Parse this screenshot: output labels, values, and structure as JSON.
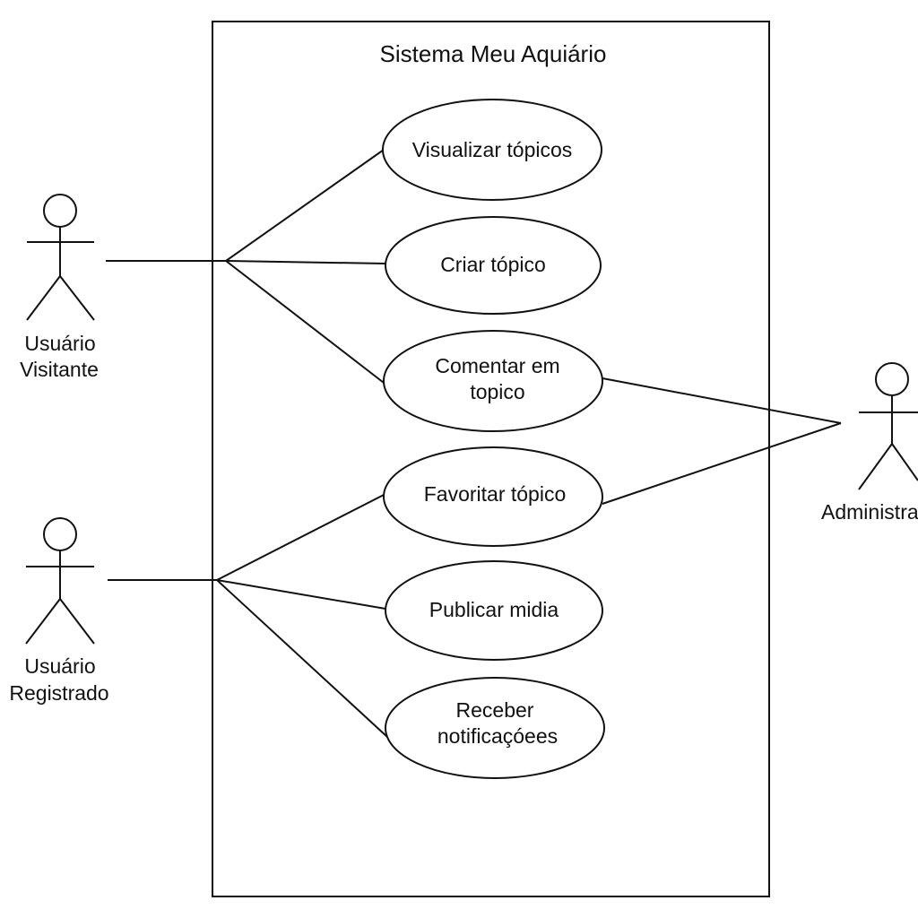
{
  "system": {
    "title": "Sistema Meu Aquiário"
  },
  "actors": [
    {
      "id": "visitante",
      "label_lines": [
        "Usuário",
        "Visitante"
      ]
    },
    {
      "id": "registrado",
      "label_lines": [
        "Usuário",
        "Registrado"
      ]
    },
    {
      "id": "administrador",
      "label_lines": [
        "Administrador"
      ]
    }
  ],
  "use_cases": [
    {
      "id": "visualizar",
      "label_lines": [
        "Visualizar tópicos"
      ]
    },
    {
      "id": "criar",
      "label_lines": [
        "Criar tópico"
      ]
    },
    {
      "id": "comentar",
      "label_lines": [
        "Comentar em",
        "topico"
      ]
    },
    {
      "id": "favoritar",
      "label_lines": [
        "Favoritar tópico"
      ]
    },
    {
      "id": "publicar",
      "label_lines": [
        "Publicar midia"
      ]
    },
    {
      "id": "receber",
      "label_lines": [
        "Receber",
        "notificaçóees"
      ]
    }
  ],
  "associations": [
    {
      "actor": "visitante",
      "use_case": "visualizar"
    },
    {
      "actor": "visitante",
      "use_case": "criar"
    },
    {
      "actor": "visitante",
      "use_case": "comentar"
    },
    {
      "actor": "registrado",
      "use_case": "favoritar"
    },
    {
      "actor": "registrado",
      "use_case": "publicar"
    },
    {
      "actor": "registrado",
      "use_case": "receber"
    },
    {
      "actor": "administrador",
      "use_case": "comentar"
    },
    {
      "actor": "administrador",
      "use_case": "favoritar"
    }
  ],
  "colors": {
    "line": "#111111",
    "background": "#ffffff"
  }
}
